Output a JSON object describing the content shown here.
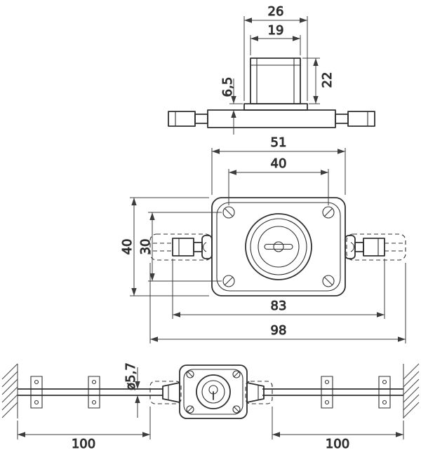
{
  "drawing": {
    "paper_color": "#ffffff",
    "ink_color": "#303030",
    "side_view": {
      "flange_width": "26",
      "plug_width": "19",
      "plug_height": "22",
      "collar_height": "6,5"
    },
    "front_view": {
      "body_width": "51",
      "hole_spacing_h": "40",
      "body_height": "40",
      "hole_spacing_v": "30",
      "latch_span": "83",
      "overall_span": "98"
    },
    "installation_view": {
      "rod_diameter": "ø5,7",
      "left_distance": "100",
      "right_distance": "100"
    }
  }
}
